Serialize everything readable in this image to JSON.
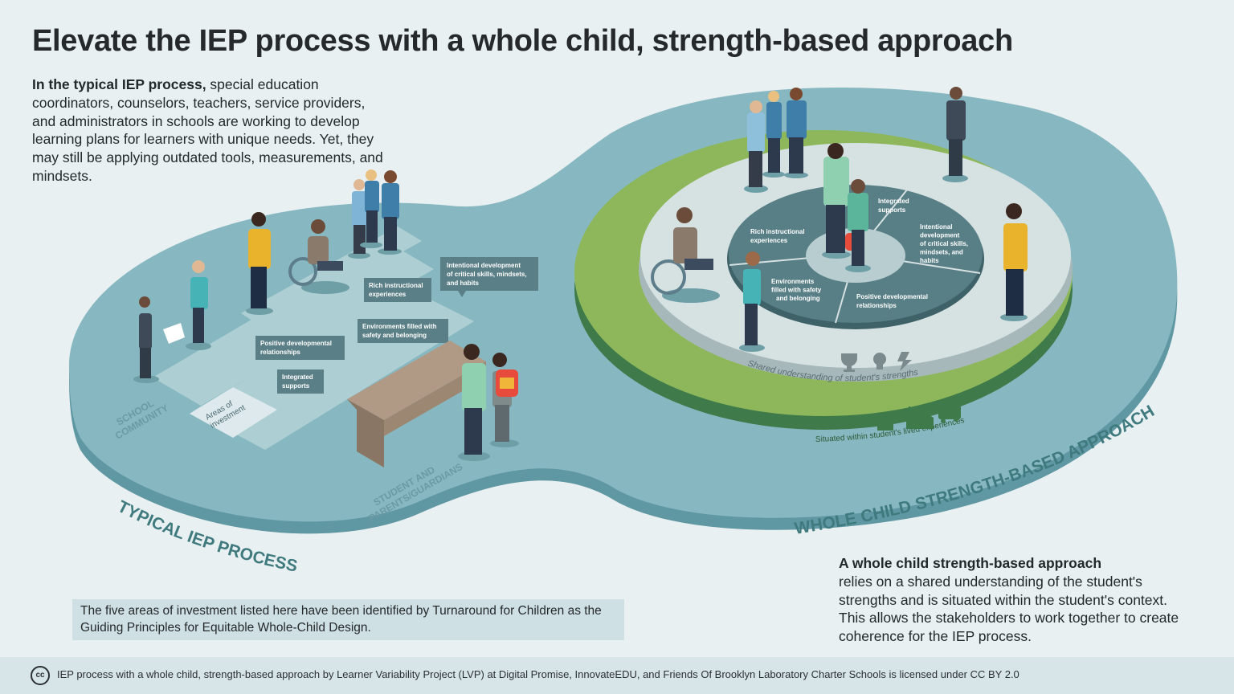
{
  "title": "Elevate the IEP process with a whole child, strength-based approach",
  "intro": {
    "bold": "In the typical IEP process,",
    "rest": " special education coordinators, counselors, teachers, service providers, and administrators in schools are working to develop learning plans for learners with unique needs. Yet, they may still be applying outdated tools, measurements, and mindsets."
  },
  "typical": {
    "label": "TYPICAL IEP PROCESS",
    "school_community": [
      "SCHOOL",
      "COMMUNITY"
    ],
    "areas_of_investment": [
      "Areas of",
      "investment"
    ],
    "student_parents": [
      "STUDENT AND",
      "PARENTS/GUARDIANS"
    ],
    "boxes": {
      "intentional": [
        "Intentional development",
        "of critical skills, mindsets,",
        "and habits"
      ],
      "rich": [
        "Rich instructional",
        "experiences"
      ],
      "environments": [
        "Environments filled with",
        "safety and belonging"
      ],
      "positive": [
        "Positive developmental",
        "relationships"
      ],
      "integrated": [
        "Integrated",
        "supports"
      ]
    }
  },
  "whole": {
    "label": "WHOLE CHILD STRENGTH-BASED APPROACH",
    "inner_arc": "Shared understanding of student's strengths",
    "outer_arc": "Situated within student's lived experiences",
    "segments": {
      "integrated": [
        "Integrated",
        "supports"
      ],
      "intentional": [
        "Intentional",
        "development",
        "of critical skills,",
        "mindsets, and",
        "habits"
      ],
      "positive": [
        "Positive developmental",
        "relationships"
      ],
      "environments": [
        "Environments",
        "filled with safety",
        "and belonging"
      ],
      "rich": [
        "Rich instructional",
        "experiences"
      ]
    },
    "icons": [
      "trophy-icon",
      "lightbulb-icon",
      "lightning-icon",
      "house-icon",
      "church-icon",
      "bus-icon"
    ]
  },
  "note": "The five areas of investment listed here have been identified by Turnaround for Children as the Guiding Principles for Equitable Whole-Child Design.",
  "whole_text": {
    "head": "A whole child strength-based approach",
    "body": "relies on a shared understanding of the student's strengths and is situated within the student's context. This allows the stakeholders to work together to create coherence for the IEP process."
  },
  "footer": {
    "cc": "cc",
    "text": "IEP process with a whole child, strength-based approach by Learner Variability Project (LVP) at Digital Promise, InnovateEDU, and Friends Of Brooklyn Laboratory Charter Schools is licensed under CC BY 2.0"
  },
  "colors": {
    "platform": "#87b8c1",
    "platform_edge": "#5f97a2",
    "green_ring": "#8db75a",
    "green_dark": "#3f7a4a",
    "wheel": "#587f86",
    "box": "#5a7f86",
    "label": "#3f7a7e"
  }
}
